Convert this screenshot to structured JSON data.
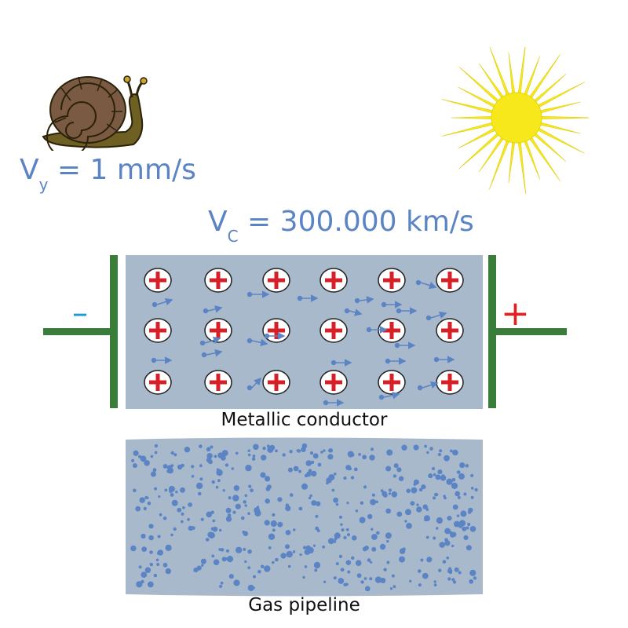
{
  "texts": {
    "snail_speed": {
      "var": "V",
      "sub": "y",
      "rest": " = 1 mm/s"
    },
    "light_speed": {
      "var": "V",
      "sub": "C",
      "rest": " = 300.000 km/s"
    },
    "minus_sign": "–",
    "plus_sign": "+",
    "conductor_label": "Metallic conductor",
    "pipeline_label": "Gas pipeline"
  },
  "colors": {
    "text_blue": "#5b84c4",
    "conductor_fill": "#a9b9cc",
    "electrode": "#3a7d3a",
    "ion_plus": "#d61f26",
    "electron": "#5b84c4",
    "sun": "#f6e81b",
    "snail_shell": "#7b5a43",
    "snail_body": "#6e5f22"
  },
  "icons": [
    "snail-icon",
    "sun-icon"
  ]
}
